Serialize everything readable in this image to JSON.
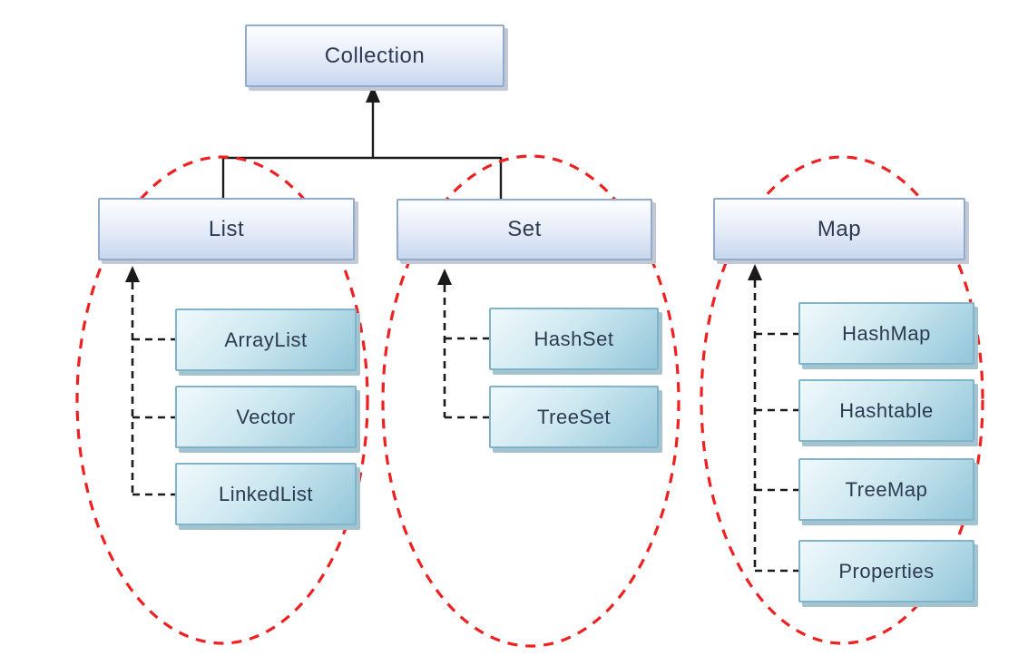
{
  "root": {
    "label": "Collection"
  },
  "groups": [
    {
      "name": "list-group",
      "parent": {
        "label": "List"
      },
      "children": [
        {
          "label": "ArrayList"
        },
        {
          "label": "Vector"
        },
        {
          "label": "LinkedList"
        }
      ]
    },
    {
      "name": "set-group",
      "parent": {
        "label": "Set"
      },
      "children": [
        {
          "label": "HashSet"
        },
        {
          "label": "TreeSet"
        }
      ]
    },
    {
      "name": "map-group",
      "parent": {
        "label": "Map"
      },
      "children": [
        {
          "label": "HashMap"
        },
        {
          "label": "Hashtable"
        },
        {
          "label": "TreeMap"
        },
        {
          "label": "Properties"
        }
      ]
    }
  ],
  "colors": {
    "parent_box_top": "#fdfeff",
    "parent_box_mid": "#e9eff9",
    "parent_box_bottom": "#c8d7ee",
    "parent_box_border": "#92aacc",
    "parent_box_shadow": "#c2c9d4",
    "child_box_top": "#f0f9fc",
    "child_box_mid": "#cde8f0",
    "child_box_bottom": "#92c6d9",
    "child_box_border": "#7fb4ca",
    "child_box_shadow": "#a3c3ce",
    "ellipse_stroke": "#ef2020",
    "connector_stroke": "#1a1a1a",
    "text_color": "#2e3a51",
    "background": "#ffffff"
  }
}
